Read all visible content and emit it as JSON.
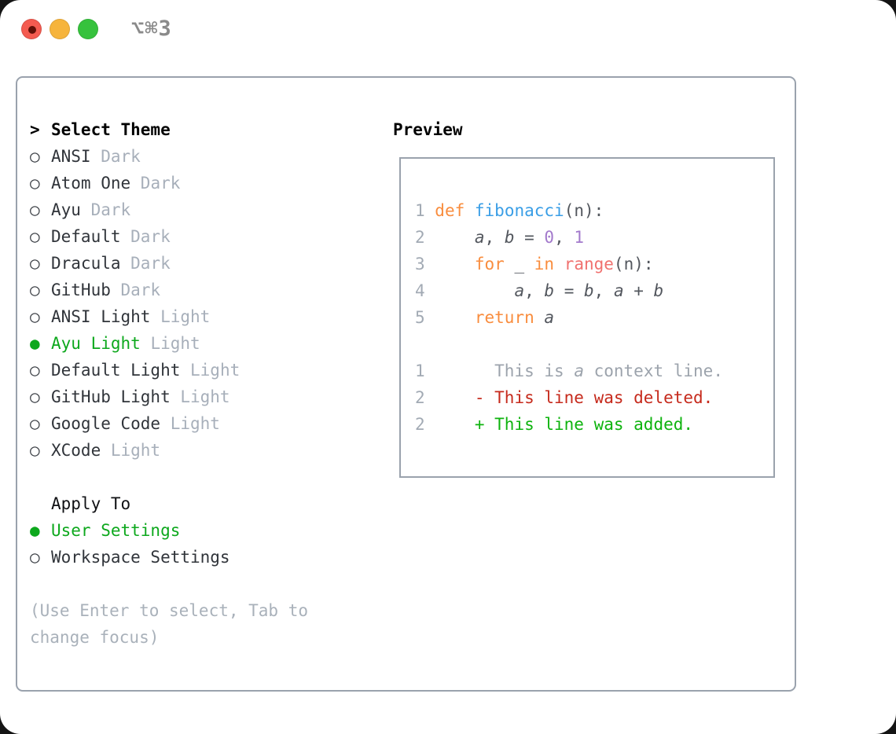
{
  "window": {
    "shortcut_label": "⌥⌘3",
    "traffic_lights": [
      "close",
      "minimize",
      "zoom"
    ]
  },
  "theme_panel": {
    "title": "Select Theme",
    "title_marker": ">",
    "items": [
      {
        "name": "ANSI",
        "variant": "Dark",
        "selected": false
      },
      {
        "name": "Atom One",
        "variant": "Dark",
        "selected": false
      },
      {
        "name": "Ayu",
        "variant": "Dark",
        "selected": false
      },
      {
        "name": "Default",
        "variant": "Dark",
        "selected": false
      },
      {
        "name": "Dracula",
        "variant": "Dark",
        "selected": false
      },
      {
        "name": "GitHub",
        "variant": "Dark",
        "selected": false
      },
      {
        "name": "ANSI Light",
        "variant": "Light",
        "selected": false
      },
      {
        "name": "Ayu Light",
        "variant": "Light",
        "selected": true
      },
      {
        "name": "Default Light",
        "variant": "Light",
        "selected": false
      },
      {
        "name": "GitHub Light",
        "variant": "Light",
        "selected": false
      },
      {
        "name": "Google Code",
        "variant": "Light",
        "selected": false
      },
      {
        "name": "XCode",
        "variant": "Light",
        "selected": false
      }
    ]
  },
  "apply_panel": {
    "title": "Apply To",
    "options": [
      {
        "name": "User Settings",
        "selected": true
      },
      {
        "name": "Workspace Settings",
        "selected": false
      }
    ]
  },
  "hint_lines": [
    "(Use Enter to select, Tab to",
    "change focus)"
  ],
  "preview": {
    "title": "Preview",
    "lines": [
      {
        "num": "1",
        "tokens": [
          {
            "t": "def",
            "c": "kw"
          },
          {
            "t": " "
          },
          {
            "t": "fibonacci",
            "c": "fn"
          },
          {
            "t": "(n):"
          }
        ]
      },
      {
        "num": "2",
        "tokens": [
          {
            "t": "    "
          },
          {
            "t": "a",
            "c": "var"
          },
          {
            "t": ", "
          },
          {
            "t": "b",
            "c": "var"
          },
          {
            "t": " = "
          },
          {
            "t": "0",
            "c": "num"
          },
          {
            "t": ", "
          },
          {
            "t": "1",
            "c": "num"
          }
        ]
      },
      {
        "num": "3",
        "tokens": [
          {
            "t": "    "
          },
          {
            "t": "for",
            "c": "kw"
          },
          {
            "t": " _ "
          },
          {
            "t": "in",
            "c": "kw"
          },
          {
            "t": " "
          },
          {
            "t": "range",
            "c": "call"
          },
          {
            "t": "(n):"
          }
        ]
      },
      {
        "num": "4",
        "tokens": [
          {
            "t": "        "
          },
          {
            "t": "a",
            "c": "var"
          },
          {
            "t": ", "
          },
          {
            "t": "b",
            "c": "var"
          },
          {
            "t": " = "
          },
          {
            "t": "b",
            "c": "var"
          },
          {
            "t": ", "
          },
          {
            "t": "a",
            "c": "var"
          },
          {
            "t": " + "
          },
          {
            "t": "b",
            "c": "var"
          }
        ]
      },
      {
        "num": "5",
        "tokens": [
          {
            "t": "    "
          },
          {
            "t": "return",
            "c": "kw"
          },
          {
            "t": " "
          },
          {
            "t": "a",
            "c": "var"
          }
        ]
      },
      {
        "num": "",
        "tokens": []
      },
      {
        "num": "1",
        "cls": "context",
        "tokens": [
          {
            "t": "      This is "
          },
          {
            "t": "a",
            "c": "var"
          },
          {
            "t": " context line."
          }
        ]
      },
      {
        "num": "2",
        "cls": "deleted",
        "tokens": [
          {
            "t": "    - This line was deleted."
          }
        ]
      },
      {
        "num": "2",
        "cls": "added",
        "tokens": [
          {
            "t": "    + This line was added."
          }
        ]
      }
    ]
  },
  "colors": {
    "border_gray": "#9AA2AD",
    "text_dark": "#30343A",
    "marker_dark": "#3A3E44",
    "muted_gray": "#A7AFBA",
    "hint_gray": "#A9B1BA",
    "selection_green": "#0DA81D",
    "kw_orange": "#F98D3E",
    "fn_blue": "#3A9EE6",
    "num_purple": "#A37ACC",
    "call_coral": "#F0716F",
    "code_plain": "#53575E",
    "line_num_gray": "#A2AAB4",
    "context_gray": "#9CA3AC",
    "deleted_red": "#C62A1C",
    "added_green": "#0EB30E",
    "shortcut_gray": "#8A8A8A",
    "tl_close": "#F45B50",
    "tl_close_dot": "#611007",
    "tl_min": "#F6B43C",
    "tl_max": "#36C23D"
  }
}
